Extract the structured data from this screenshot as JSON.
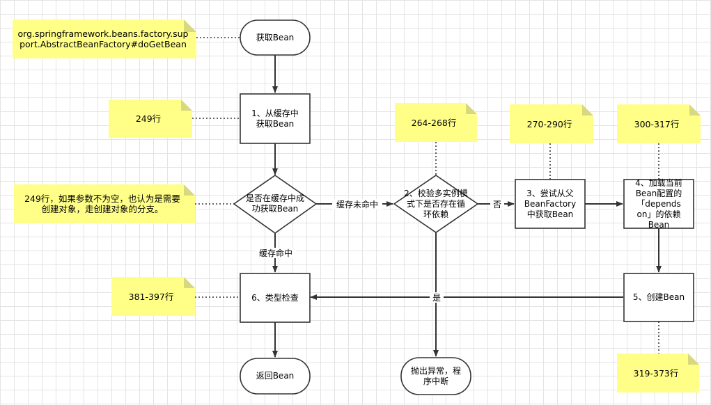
{
  "nodes": {
    "start": "获取Bean",
    "step1": "1、从缓存中\n获取Bean",
    "check_cache": "是否在缓存中成\n功获取Bean",
    "step2": "2、校验多实例模\n式下是否存在循\n环依赖",
    "step3": "3、尝试从父\nBeanFactory\n中获取Bean",
    "step4": "4、加载当前\nBean配置的\n「depends\non」的依赖\nBean",
    "step5": "5、创建Bean",
    "step6": "6、类型检查",
    "end": "返回Bean",
    "error": "抛出异常，程\n序中断"
  },
  "notes": {
    "method": "org.springframework.beans.factory.sup\nport.AbstractBeanFactory#doGetBean",
    "line249": "249行",
    "line249_desc": "249行，如果参数不为空，也认为是需要\n创建对象，走创建对象的分支。",
    "line264": "264-268行",
    "line270": "270-290行",
    "line300": "300-317行",
    "line381": "381-397行",
    "line319": "319-373行"
  },
  "edges": {
    "cache_miss": "缓存未命中",
    "no": "否",
    "cache_hit": "缓存命中",
    "yes": "是"
  },
  "colors": {
    "note_fill": "#ffff88",
    "note_fold": "#d8d880",
    "stroke": "#333333"
  }
}
